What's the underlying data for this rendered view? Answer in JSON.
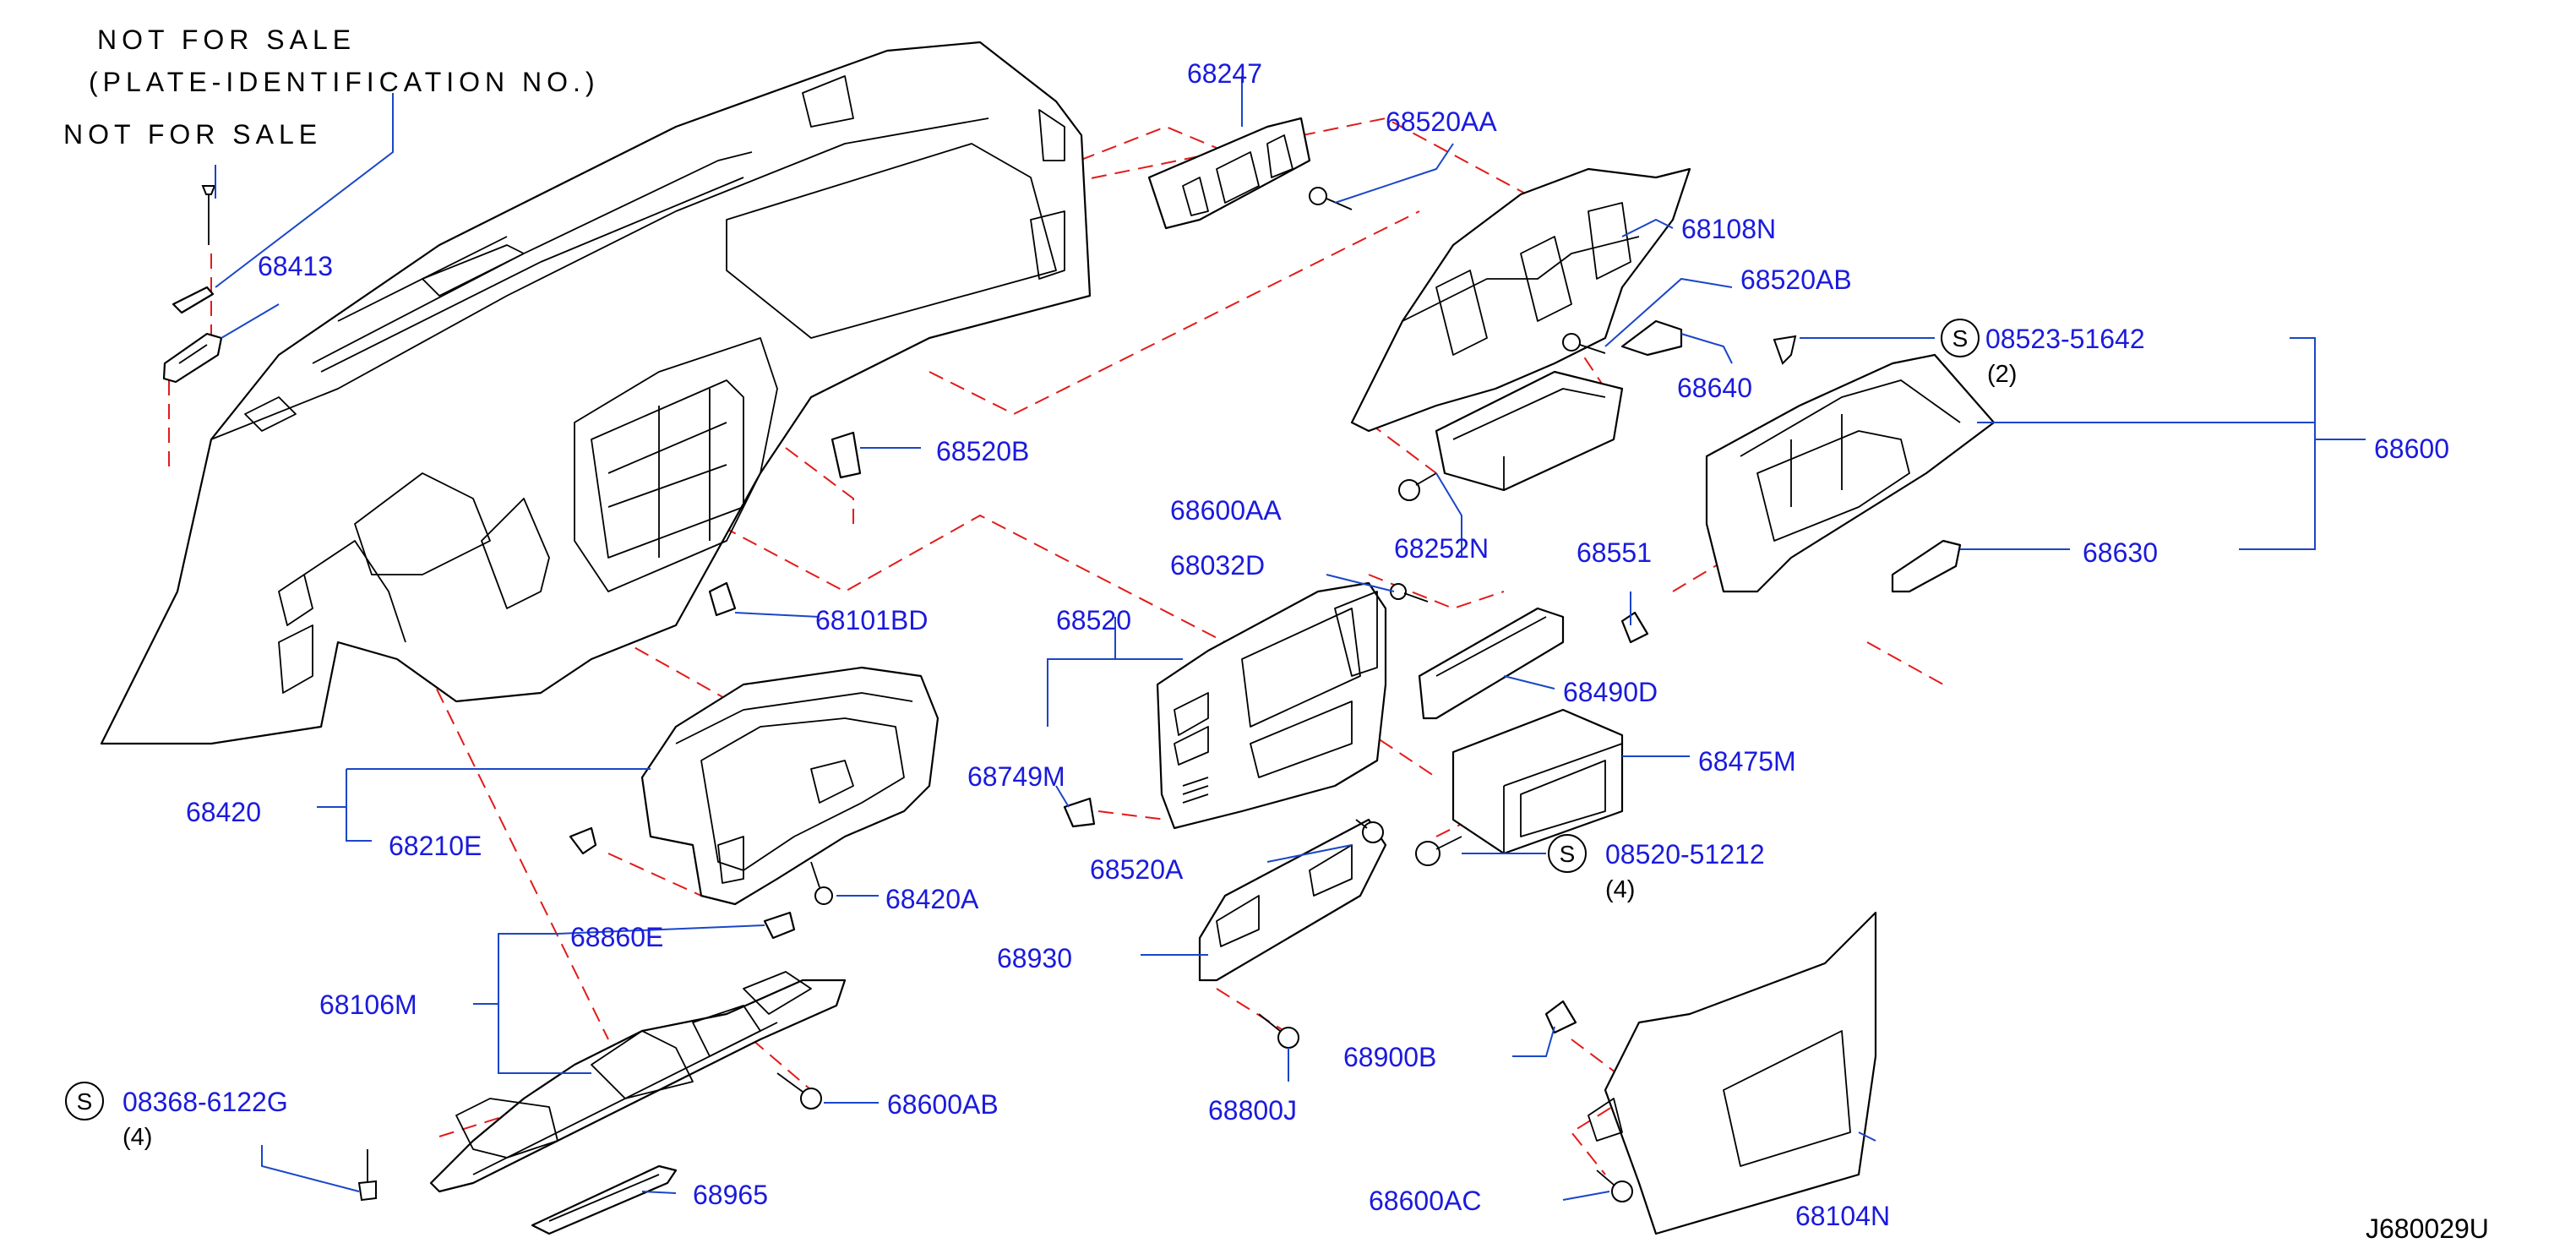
{
  "colors": {
    "label": "#1a1adc",
    "leader": "#1a46c8",
    "dash": "#e21b1b",
    "line": "#000000",
    "background": "#ffffff"
  },
  "notes": {
    "not_for_sale_1": "NOT FOR SALE",
    "plate_id": "(PLATE-IDENTIFICATION NO.)",
    "not_for_sale_2": "NOT FOR SALE"
  },
  "diagram_id": "J680029U",
  "s_mark": "S",
  "parts": {
    "p68247": "68247",
    "p68520AA": "68520AA",
    "p68108N": "68108N",
    "p68520AB": "68520AB",
    "p68413": "68413",
    "p68640": "68640",
    "p08523": "08523-51642",
    "q08523": "(2)",
    "p68600": "68600",
    "p68520B": "68520B",
    "p68600AA": "68600AA",
    "p68252N": "68252N",
    "p68630": "68630",
    "p68032D": "68032D",
    "p68551": "68551",
    "p68101BD": "68101BD",
    "p68520": "68520",
    "p68490D": "68490D",
    "p68749M": "68749M",
    "p68475M": "68475M",
    "p68420": "68420",
    "p68210E": "68210E",
    "p68520A": "68520A",
    "p08520": "08520-51212",
    "q08520": "(4)",
    "p68420A": "68420A",
    "p68860E": "68860E",
    "p68930": "68930",
    "p68106M": "68106M",
    "p68900B": "68900B",
    "p08368": "08368-6122G",
    "q08368": "(4)",
    "p68600AB": "68600AB",
    "p68800J": "68800J",
    "p68965": "68965",
    "p68600AC": "68600AC",
    "p68104N": "68104N"
  }
}
